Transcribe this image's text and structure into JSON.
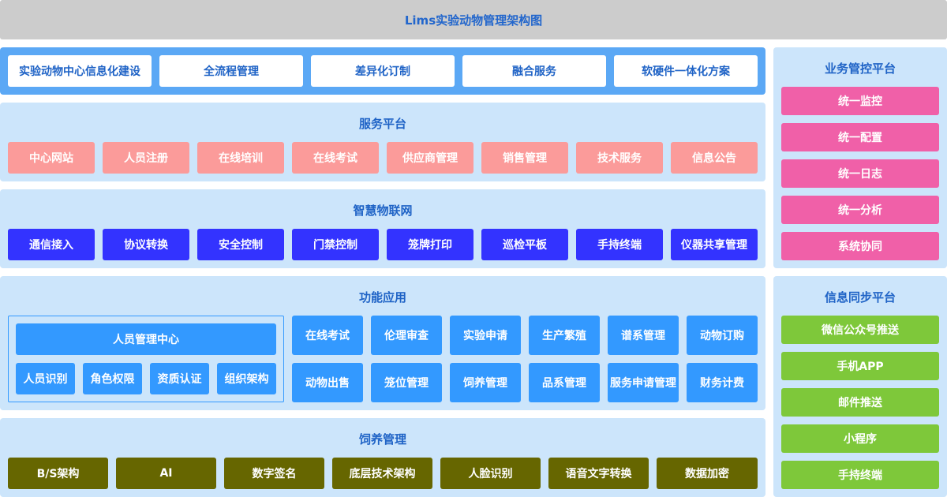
{
  "title": "Lims实验动物管理架构图",
  "top_row": {
    "items": [
      "实验动物中心信息化建设",
      "全流程管理",
      "差异化订制",
      "融合服务",
      "软硬件一体化方案"
    ],
    "colors": {
      "panel": "#5ba8f5",
      "box": "#ffffff",
      "text": "#1f63c6"
    }
  },
  "service_platform": {
    "title": "服务平台",
    "items": [
      "中心网站",
      "人员注册",
      "在线培训",
      "在线考试",
      "供应商管理",
      "销售管理",
      "技术服务",
      "信息公告"
    ],
    "color": "#fb9b9a"
  },
  "iot": {
    "title": "智慧物联网",
    "items": [
      "通信接入",
      "协议转换",
      "安全控制",
      "门禁控制",
      "笼牌打印",
      "巡检平板",
      "手持终端",
      "仪器共享管理"
    ],
    "color": "#3333ff"
  },
  "functions": {
    "title": "功能应用",
    "person_center": {
      "title": "人员管理中心",
      "items": [
        "人员识别",
        "角色权限",
        "资质认证",
        "组织架构"
      ]
    },
    "row1": [
      "在线考试",
      "伦理审查",
      "实验申请",
      "生产繁殖",
      "谱系管理",
      "动物订购"
    ],
    "row2": [
      "动物出售",
      "笼位管理",
      "饲养管理",
      "品系管理",
      "服务申请管理",
      "财务计费"
    ],
    "color": "#3399ff"
  },
  "breeding": {
    "title": "饲养管理",
    "items": [
      "B/S架构",
      "AI",
      "数字签名",
      "底层技术架构",
      "人脸识别",
      "语音文字转换",
      "数据加密"
    ],
    "color": "#666600"
  },
  "business_control": {
    "title": "业务管控平台",
    "items": [
      "统一监控",
      "统一配置",
      "统一日志",
      "统一分析",
      "系统协同"
    ],
    "color": "#f060a8"
  },
  "info_sync": {
    "title": "信息同步平台",
    "items": [
      "微信公众号推送",
      "手机APP",
      "邮件推送",
      "小程序",
      "手持终端"
    ],
    "color": "#7ec83a"
  },
  "panel_color": "#cce5fb"
}
